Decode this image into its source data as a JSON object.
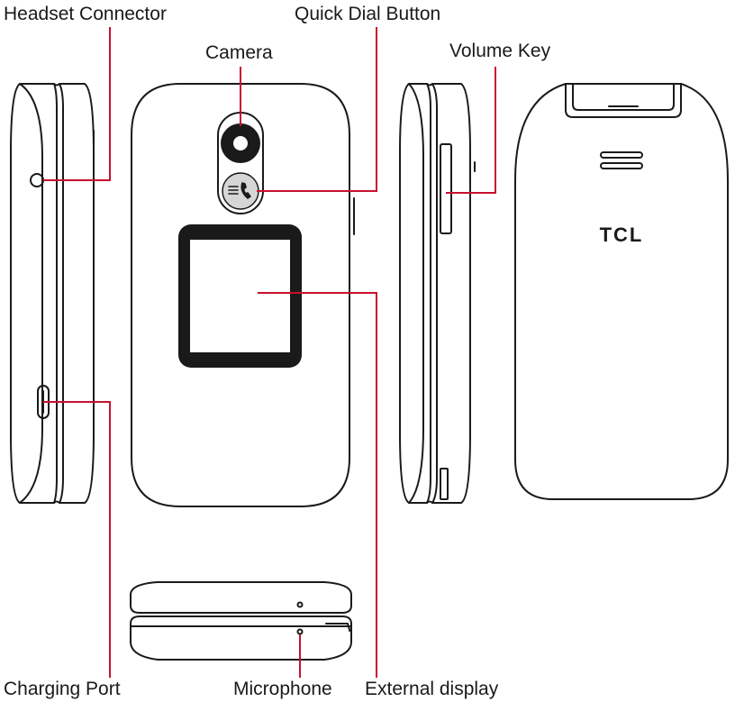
{
  "labels": {
    "headset_connector": "Headset Connector",
    "quick_dial_button": "Quick Dial Button",
    "camera": "Camera",
    "volume_key": "Volume Key",
    "charging_port": "Charging Port",
    "microphone": "Microphone",
    "external_display": "External display"
  },
  "logo_text": "TCL",
  "colors": {
    "leader_line": "#c8102e",
    "outline": "#1a1a1a",
    "quick_dial_fill": "#d6d6d6",
    "background": "#ffffff"
  },
  "icons": {
    "quick_dial": "phone-quick-dial-icon"
  }
}
